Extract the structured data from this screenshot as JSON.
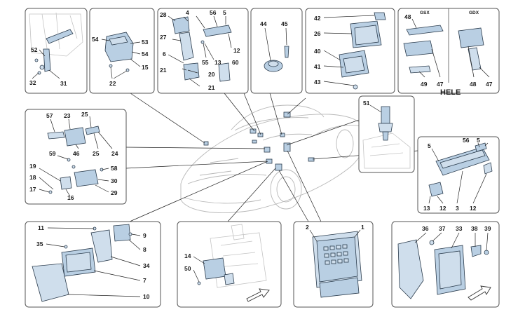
{
  "diagram": {
    "panels": {
      "p1": {
        "labels": [
          "52",
          "31",
          "32"
        ]
      },
      "p2": {
        "labels": [
          "54",
          "53",
          "54",
          "15",
          "22"
        ]
      },
      "p3": {
        "labels": [
          "28",
          "4",
          "56",
          "5",
          "27",
          "12",
          "6",
          "55",
          "13",
          "60",
          "21",
          "20",
          "21"
        ]
      },
      "p4": {
        "labels": [
          "44",
          "45"
        ]
      },
      "p5": {
        "labels": [
          "42",
          "26",
          "40",
          "41",
          "43"
        ]
      },
      "p6": {
        "labels": [
          "48",
          "48",
          "49",
          "47",
          "47"
        ],
        "col1": "GSX",
        "col2": "GDX",
        "caption": "HELE"
      },
      "p7": {
        "labels": [
          "57",
          "23",
          "25",
          "46",
          "25",
          "24",
          "59",
          "58",
          "30",
          "29",
          "19",
          "18",
          "17",
          "16"
        ]
      },
      "p8": {
        "labels": [
          "51"
        ]
      },
      "p9": {
        "labels": [
          "5",
          "56",
          "5",
          "13",
          "12",
          "3",
          "12"
        ]
      },
      "p10": {
        "labels": [
          "11",
          "9",
          "8",
          "35",
          "34",
          "7",
          "10"
        ]
      },
      "p11": {
        "labels": [
          "14",
          "50"
        ]
      },
      "p12": {
        "labels": [
          "2",
          "1"
        ]
      },
      "p13": {
        "labels": [
          "36",
          "37",
          "33",
          "38",
          "39"
        ]
      }
    }
  }
}
